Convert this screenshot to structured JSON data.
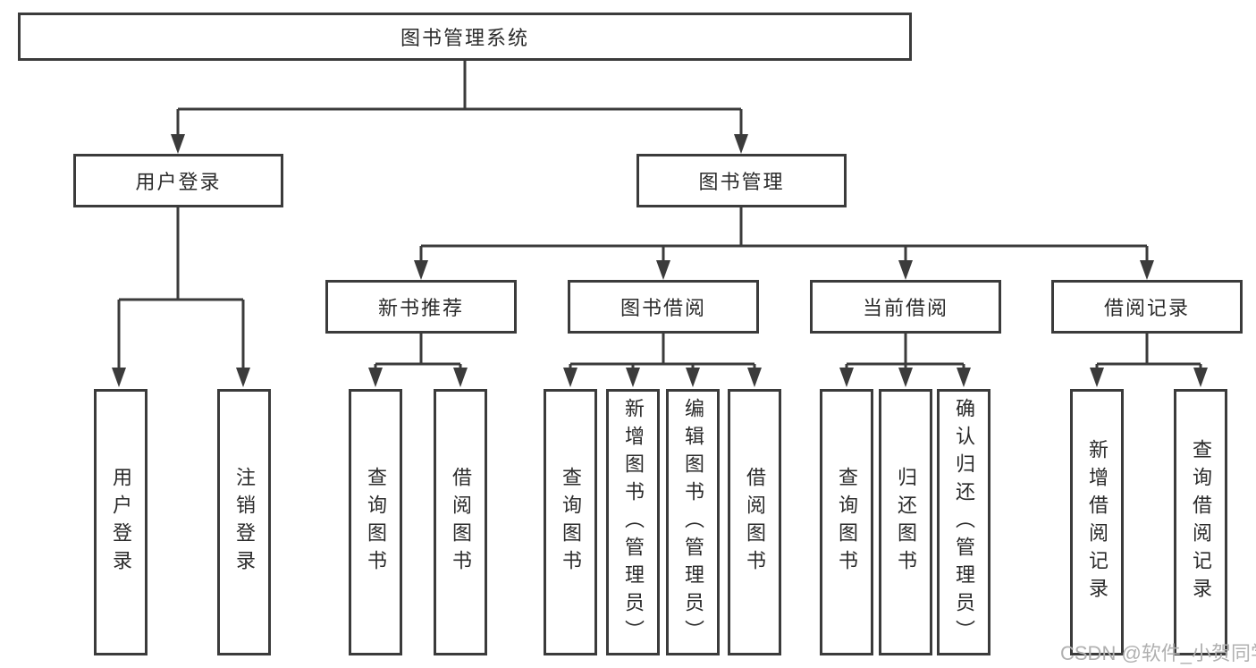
{
  "colors": {
    "line": "#3b3b3b",
    "text": "#2b2b2b",
    "watermark": "#b0b0b0",
    "background": "#ffffff"
  },
  "tree": {
    "root": "图书管理系统",
    "level1": [
      {
        "label": "用户登录"
      },
      {
        "label": "图书管理"
      }
    ],
    "level2": [
      {
        "label": "新书推荐"
      },
      {
        "label": "图书借阅"
      },
      {
        "label": "当前借阅"
      },
      {
        "label": "借阅记录"
      }
    ],
    "leaves": [
      {
        "label": "用户登录",
        "parent": "用户登录"
      },
      {
        "label": "注销登录",
        "parent": "用户登录"
      },
      {
        "label": "查询图书",
        "parent": "新书推荐"
      },
      {
        "label": "借阅图书",
        "parent": "新书推荐"
      },
      {
        "label": "查询图书",
        "parent": "图书借阅"
      },
      {
        "label": "新增图书（管理员）",
        "parent": "图书借阅"
      },
      {
        "label": "编辑图书（管理员）",
        "parent": "图书借阅"
      },
      {
        "label": "借阅图书",
        "parent": "图书借阅"
      },
      {
        "label": "查询图书",
        "parent": "当前借阅"
      },
      {
        "label": "归还图书",
        "parent": "当前借阅"
      },
      {
        "label": "确认归还（管理员）",
        "parent": "当前借阅"
      },
      {
        "label": "新增借阅记录",
        "parent": "借阅记录"
      },
      {
        "label": "查询借阅记录",
        "parent": "借阅记录"
      }
    ]
  },
  "watermark": "CSDN @软件_小贺同学"
}
